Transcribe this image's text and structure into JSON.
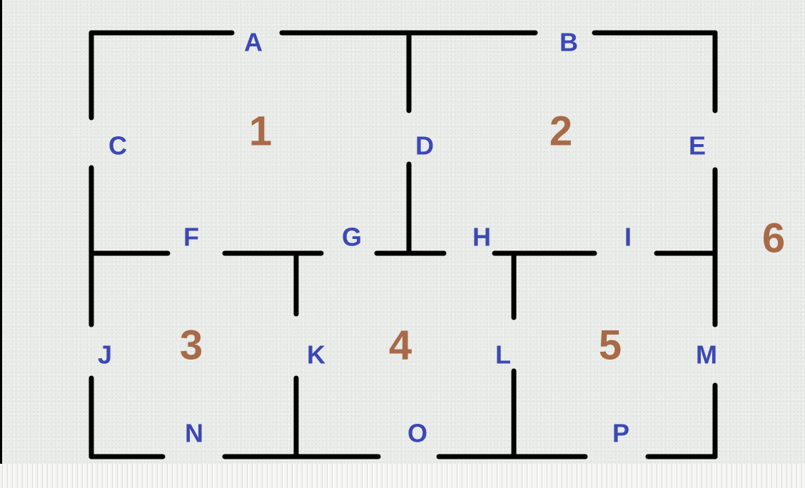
{
  "doors": [
    "A",
    "B",
    "C",
    "D",
    "E",
    "F",
    "G",
    "H",
    "I",
    "J",
    "K",
    "L",
    "M",
    "N",
    "O",
    "P"
  ],
  "rooms": [
    "1",
    "2",
    "3",
    "4",
    "5",
    "6"
  ],
  "colors": {
    "wall": "#000000",
    "door_label": "#3c48b4",
    "room_label": "#a86a48"
  }
}
